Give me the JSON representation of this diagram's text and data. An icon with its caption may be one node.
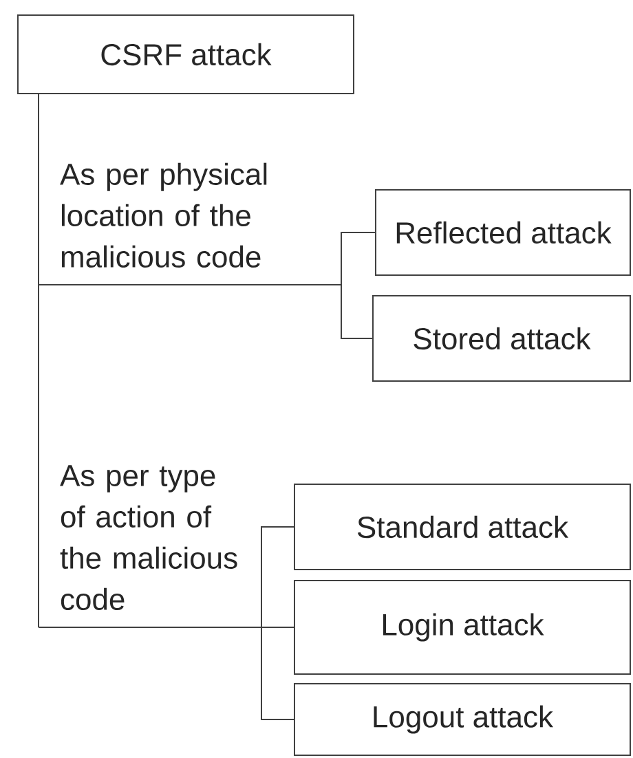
{
  "diagram": {
    "nodes": [
      {
        "text": [
          "CSRF attack"
        ]
      },
      {
        "text": [
          "Reflected attack"
        ]
      },
      {
        "text": [
          "Stored attack"
        ]
      },
      {
        "text": [
          "Standard attack"
        ]
      },
      {
        "text": [
          "Login attack"
        ]
      },
      {
        "text": [
          "Logout attack"
        ]
      }
    ],
    "edges": [
      {
        "from": 0,
        "to": 1,
        "arrow": "none"
      },
      {
        "from": 0,
        "to": 2,
        "arrow": "none"
      },
      {
        "from": 0,
        "to": 3,
        "arrow": "none"
      },
      {
        "from": 0,
        "to": 4,
        "arrow": "none"
      },
      {
        "from": 0,
        "to": 5,
        "arrow": "none"
      }
    ],
    "labels": [
      "As per physical location of the malicious code",
      "As per type of action of the malicious code"
    ]
  }
}
